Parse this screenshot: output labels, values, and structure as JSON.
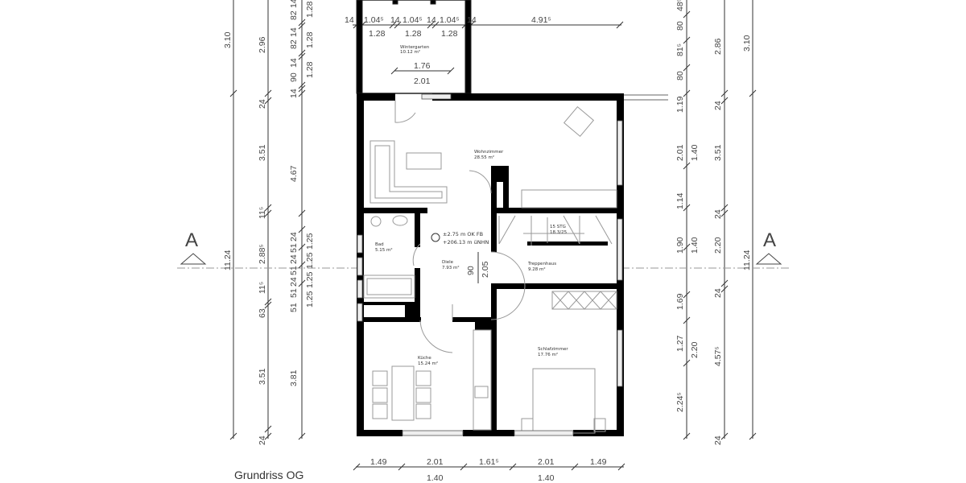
{
  "plan_title": "Grundriss OG",
  "section_marker": "A",
  "rooms": {
    "wintergarten": {
      "name": "Wintergarten",
      "area": "10.12 m²"
    },
    "wohnzimmer": {
      "name": "Wohnzimmer",
      "area": "28.55 m²"
    },
    "bad": {
      "name": "Bad",
      "area": "5.15 m²"
    },
    "diele": {
      "name": "Diele",
      "area": "7.93 m²"
    },
    "treppenhaus": {
      "name": "Treppenhaus",
      "area": "9.28 m²"
    },
    "kueche": {
      "name": "Küche",
      "area": "15.24 m²"
    },
    "schlafzimmer": {
      "name": "Schlafzimmer",
      "area": "17.76 m²"
    }
  },
  "level": {
    "ok_fb": "±2.75 m OK FB",
    "nhn": "+206.13 m üNHN"
  },
  "stairs": {
    "steps": "15 STG",
    "ratio": "18.3/25"
  },
  "diele_opening": {
    "width": "90",
    "height": "2.05"
  },
  "dims": {
    "top_upper": [
      "14",
      "1.04⁵",
      "14",
      "1.04⁵",
      "14",
      "1.04⁵",
      "14",
      "4.91⁵"
    ],
    "top_lower": [
      "1.28",
      "1.28",
      "1.28"
    ],
    "wintergarten_inner": [
      "1.76",
      "2.01"
    ],
    "bottom_upper": [
      "1.49",
      "2.01",
      "1.61⁵",
      "2.01",
      "1.49"
    ],
    "bottom_lower": [
      "1.40",
      "1.40"
    ],
    "left_outer": [
      "3.10",
      "11.24"
    ],
    "left_middle": [
      "2.96",
      "24",
      "3.51",
      "11⁵",
      "2.88⁵",
      "11⁵",
      "63",
      "3.51",
      "24"
    ],
    "left_inner": [
      "14",
      "82",
      "14",
      "82",
      "14",
      "90",
      "14",
      "4.67",
      "24",
      "51",
      "24",
      "51",
      "24",
      "51",
      "51",
      "3.81"
    ],
    "left_inner_b": [
      "1.28",
      "1.28",
      "1.28",
      "1.25",
      "1.25",
      "1.25",
      "1.25"
    ],
    "right_inner": [
      "48⁵",
      "80",
      "81⁵",
      "80",
      "1.19",
      "2.01",
      "1.14",
      "1.90",
      "1.69",
      "1.27",
      "2.24⁵"
    ],
    "right_inner_b": [
      "1.40",
      "1.40",
      "2.20"
    ],
    "right_middle": [
      "2.86",
      "24",
      "3.51",
      "24",
      "2.20",
      "24",
      "4.57⁵",
      "24"
    ],
    "right_outer": [
      "3.10",
      "11.24"
    ]
  }
}
